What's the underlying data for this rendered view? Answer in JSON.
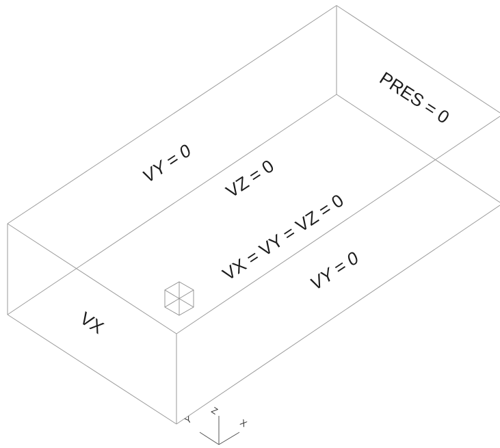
{
  "boundary_labels": {
    "top_face": "VY = 0",
    "top_interior": "VZ = 0",
    "bottom_interior": "VX = VY = VZ = 0",
    "front_face": "VY = 0",
    "inlet_face": "VX",
    "outlet_face": "PRES = 0"
  },
  "axis_triad": {
    "x": "X",
    "y": "Y",
    "z": "Z"
  },
  "colors": {
    "edges": "#9a9a9a",
    "text": "#1c1c1c"
  },
  "icons": {
    "cube_obstacle": "cube-obstacle-icon"
  }
}
